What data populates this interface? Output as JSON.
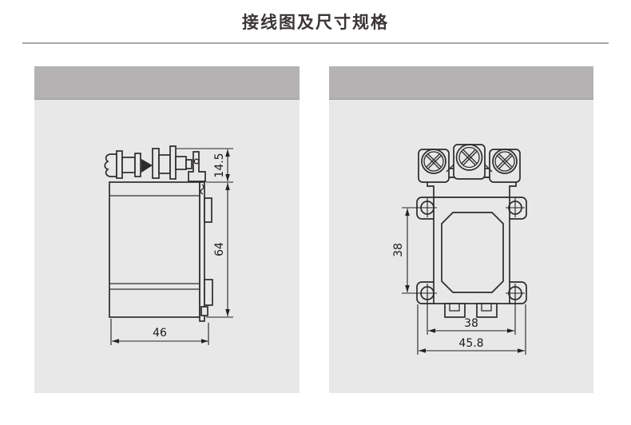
{
  "page": {
    "title": "接线图及尺寸规格"
  },
  "colors": {
    "panel_header": "#b4b2b3",
    "panel_header_edge": "#a9a7a8",
    "panel_body": "#e9e8e9",
    "divider": "#a9a7a8",
    "drawing_line": "#2e2b2c",
    "dim_text": "#1b1b1b"
  },
  "panels": {
    "left": {
      "dims": {
        "terminal_height": "14.5",
        "body_height": "64",
        "body_width": "46"
      }
    },
    "right": {
      "dims": {
        "vertical_hole_spacing": "38",
        "horizontal_hole_spacing": "38",
        "overall_width": "45.8"
      }
    }
  }
}
